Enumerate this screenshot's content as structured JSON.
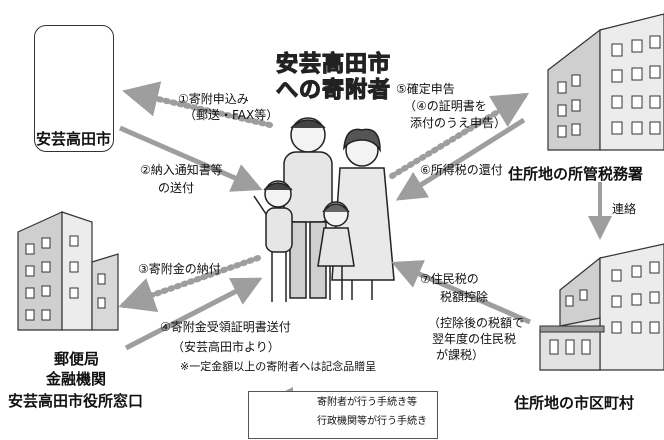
{
  "title": {
    "line1": "安芸高田市",
    "line2": "への寄附者"
  },
  "nodes": {
    "city": "安芸高田市",
    "tax_office": "住所地の所管税務署",
    "municipality": "住所地の市区町村",
    "bank": {
      "line1": "郵便局",
      "line2": "金融機関",
      "line3": "安芸高田市役所窓口"
    }
  },
  "steps": {
    "s1": {
      "line1": "①寄附申込み",
      "line2": "（郵送・FAX等）"
    },
    "s2": {
      "line1": "②納入通知書等",
      "line2": "の送付"
    },
    "s3": {
      "line1": "③寄附金の納付"
    },
    "s4": {
      "line1": "④寄附金受領証明書送付",
      "line2": "（安芸高田市より）",
      "note": "※一定金額以上の寄附者へは記念品贈呈"
    },
    "s5": {
      "line1": "⑤確定申告",
      "line2": "（④の証明書を",
      "line3": "添付のうえ申告）"
    },
    "s6": {
      "line1": "⑥所得税の還付"
    },
    "s7": {
      "line1": "⑦住民税の",
      "line2": "税額控除",
      "line3": "（控除後の税額で",
      "line4": "翌年度の住民税",
      "line5": "が課税）"
    },
    "link": "連絡"
  },
  "legend": {
    "donor": "寄附者が行う手続き等",
    "admin": "行政機関等が行う手続き"
  },
  "colors": {
    "arrow": "#9e9e9e",
    "outline": "#222222",
    "building": "#e2e2e2"
  },
  "icons": [
    "city-emblem-icon",
    "building-icon",
    "family-icon"
  ]
}
